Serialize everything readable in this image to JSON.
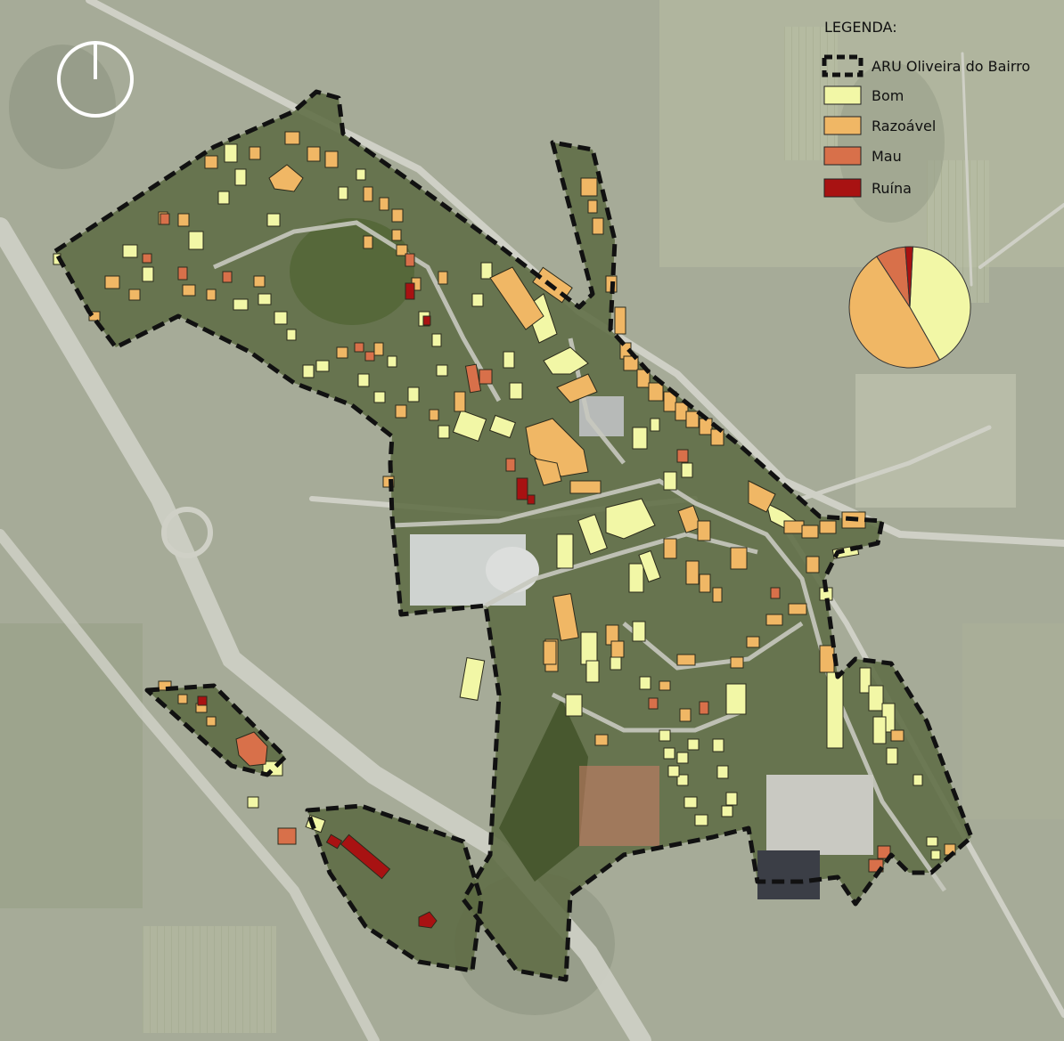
{
  "legend": {
    "title": "LEGENDA:",
    "boundary_label": "ARU Oliveira do Bairro",
    "classes": [
      {
        "label": "Bom",
        "color": "#f2f7a6"
      },
      {
        "label": "Razoável",
        "color": "#f0b765"
      },
      {
        "label": "Mau",
        "color": "#d8704a"
      },
      {
        "label": "Ruína",
        "color": "#a81212"
      }
    ]
  },
  "chart_data": {
    "type": "pie",
    "series": [
      {
        "name": "Bom",
        "value": 41,
        "color": "#f2f7a6"
      },
      {
        "name": "Razoável",
        "value": 49,
        "color": "#f0b765"
      },
      {
        "name": "Mau",
        "value": 8,
        "color": "#d8704a"
      },
      {
        "name": "Ruína",
        "value": 2,
        "color": "#a81212"
      }
    ]
  },
  "icons": {
    "north_arrow": "north-arrow-icon"
  }
}
